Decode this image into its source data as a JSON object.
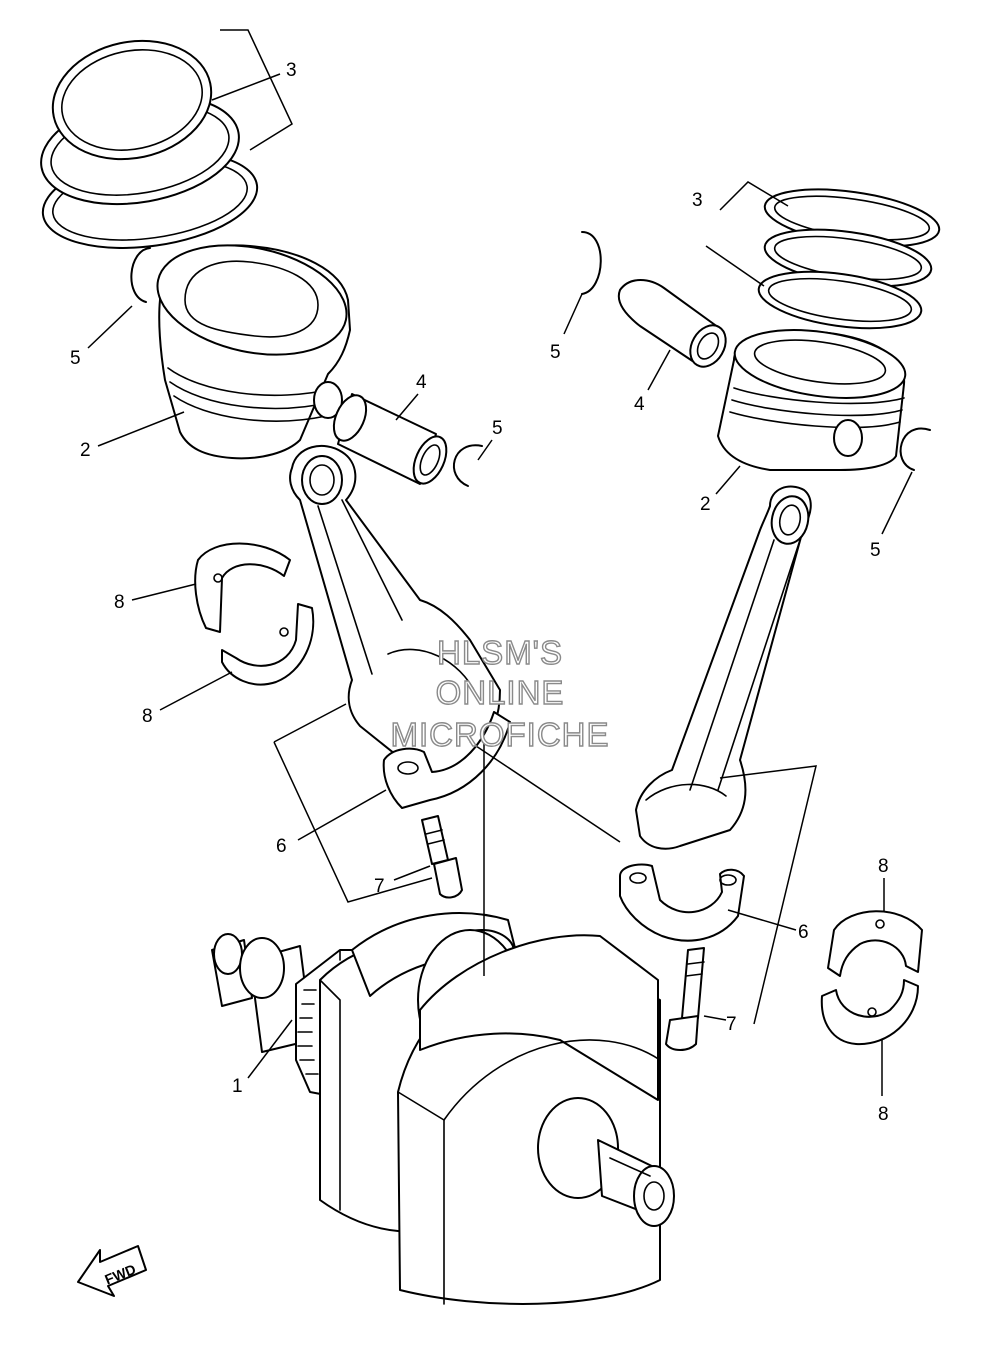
{
  "callouts": [
    {
      "id": "c1",
      "label": "1"
    },
    {
      "id": "c2a",
      "label": "2"
    },
    {
      "id": "c2b",
      "label": "2"
    },
    {
      "id": "c3a",
      "label": "3"
    },
    {
      "id": "c3b",
      "label": "3"
    },
    {
      "id": "c4a",
      "label": "4"
    },
    {
      "id": "c4b",
      "label": "4"
    },
    {
      "id": "c5a",
      "label": "5"
    },
    {
      "id": "c5b",
      "label": "5"
    },
    {
      "id": "c5c",
      "label": "5"
    },
    {
      "id": "c5d",
      "label": "5"
    },
    {
      "id": "c6a",
      "label": "6"
    },
    {
      "id": "c6b",
      "label": "6"
    },
    {
      "id": "c7a",
      "label": "7"
    },
    {
      "id": "c7b",
      "label": "7"
    },
    {
      "id": "c8a",
      "label": "8"
    },
    {
      "id": "c8b",
      "label": "8"
    },
    {
      "id": "c8c",
      "label": "8"
    },
    {
      "id": "c8d",
      "label": "8"
    }
  ],
  "watermark": {
    "line1": "HLSM'S",
    "line2": "ONLINE",
    "line3": "MICROFICHE"
  },
  "fwd_label": "FWD",
  "colors": {
    "line": "#000000",
    "watermark_outline": "#8a8a8a",
    "background": "#ffffff"
  }
}
